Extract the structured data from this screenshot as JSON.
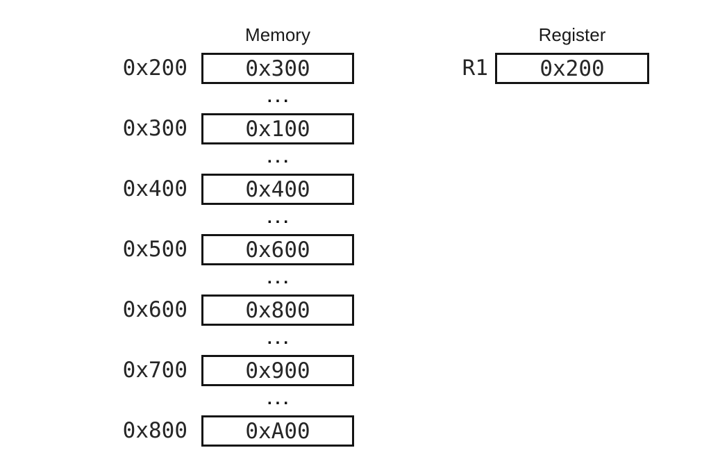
{
  "memory": {
    "title": "Memory",
    "ellipsis": "...",
    "cells": [
      {
        "address": "0x200",
        "value": "0x300"
      },
      {
        "address": "0x300",
        "value": "0x100"
      },
      {
        "address": "0x400",
        "value": "0x400"
      },
      {
        "address": "0x500",
        "value": "0x600"
      },
      {
        "address": "0x600",
        "value": "0x800"
      },
      {
        "address": "0x700",
        "value": "0x900"
      },
      {
        "address": "0x800",
        "value": "0xA00"
      }
    ]
  },
  "register": {
    "title": "Register",
    "name": "R1",
    "value": "0x200"
  },
  "colors": {
    "ink": "#1a1a1a",
    "mono_ink": "#262626",
    "border": "#141414",
    "background": "#ffffff"
  }
}
